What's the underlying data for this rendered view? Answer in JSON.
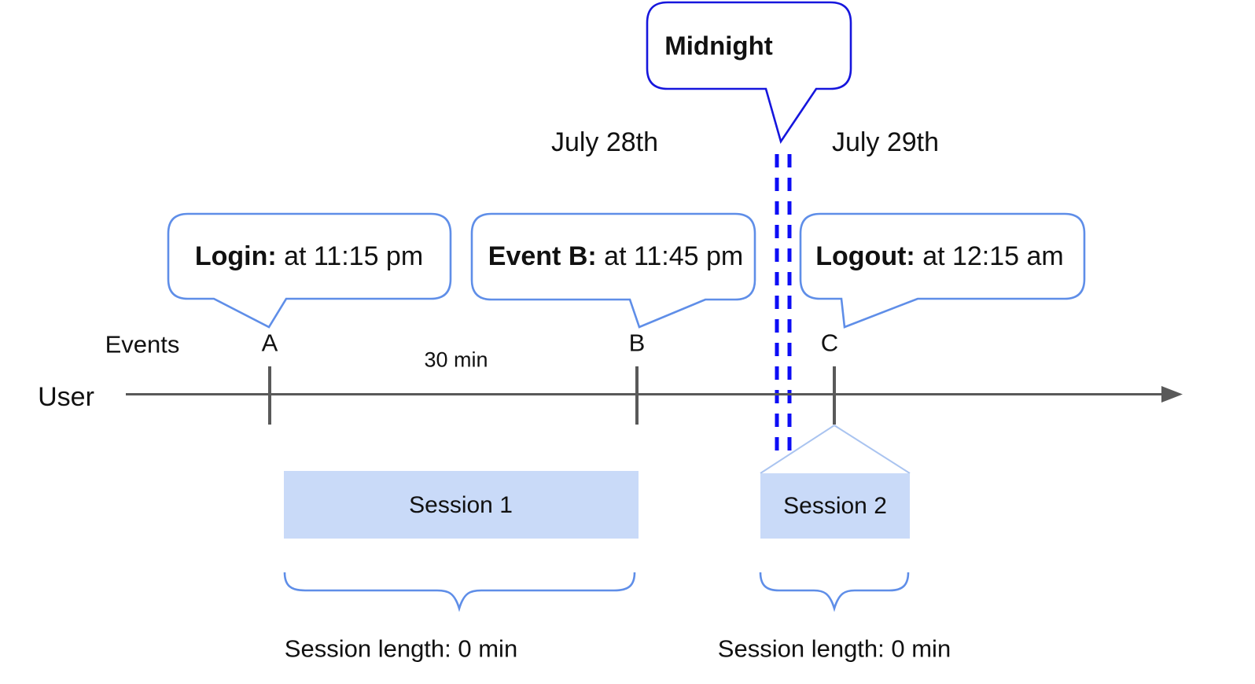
{
  "colors": {
    "callout_border": "#5f8ee8",
    "midnight_border": "#1616dd",
    "dash": "#0d0df5",
    "axis": "#595959",
    "session_fill": "#c9daf8",
    "collapse_line": "#aac4f0",
    "brace": "#5f8ee8",
    "text": "#111111"
  },
  "midnight": {
    "label": "Midnight"
  },
  "dates": {
    "left": "July 28th",
    "right": "July 29th"
  },
  "callouts": [
    {
      "bold": "Login:",
      "rest": " at 11:15 pm"
    },
    {
      "bold": "Event B:",
      "rest": " at 11:45 pm"
    },
    {
      "bold": "Logout:",
      "rest": " at 12:15 am"
    }
  ],
  "timeline": {
    "axis_label": "Events",
    "owner_label": "User",
    "interval_label": "30 min",
    "markers": [
      "A",
      "B",
      "C"
    ]
  },
  "sessions": [
    {
      "name": "Session 1",
      "length_label": "Session length: 0 min"
    },
    {
      "name": "Session 2",
      "length_label": "Session length: 0 min"
    }
  ]
}
